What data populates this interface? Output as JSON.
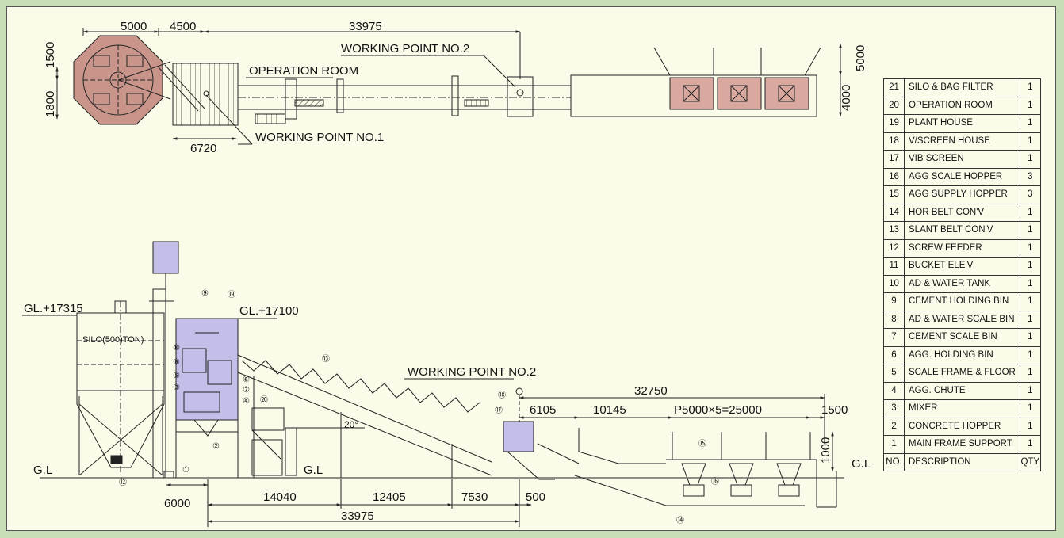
{
  "plan_view": {
    "dimensions": {
      "d1": "5000",
      "d2": "4500",
      "d3": "33975",
      "d4": "1500",
      "d5": "1800",
      "d6": "6720",
      "d7": "5000",
      "d8": "4000"
    },
    "labels": {
      "operation_room": "OPERATION ROOM",
      "working_point_1": "WORKING POINT NO.1",
      "working_point_2": "WORKING POINT NO.2"
    }
  },
  "elevation_view": {
    "labels": {
      "gl_left": "G.L",
      "gl_mid": "G.L",
      "gl_right": "G.L",
      "gl_17315": "GL.+17315",
      "gl_17100": "GL.+17100",
      "silo": "SILO(500)TON)",
      "working_point_2": "WORKING POINT NO.2",
      "angle": "20°"
    },
    "dimensions": {
      "d6000": "6000",
      "d14040": "14040",
      "d12405": "12405",
      "d7530": "7530",
      "d500": "500",
      "d33975": "33975",
      "d32750": "32750",
      "d6105": "6105",
      "d10145": "10145",
      "d_pitch": "P5000×5=25000",
      "d1500": "1500",
      "d1000": "1000"
    },
    "callouts": [
      "①",
      "②",
      "③",
      "④",
      "⑤",
      "⑥",
      "⑦",
      "⑧",
      "⑨",
      "⑩",
      "⑫",
      "⑬",
      "⑭",
      "⑮",
      "⑯",
      "⑰",
      "⑱",
      "⑲",
      "⑳"
    ]
  },
  "parts_table": {
    "headers": {
      "no": "NO.",
      "description": "DESCRIPTION",
      "qty": "QTY"
    },
    "rows": [
      {
        "no": "21",
        "description": "SILO & BAG FILTER",
        "qty": "1"
      },
      {
        "no": "20",
        "description": "OPERATION ROOM",
        "qty": "1"
      },
      {
        "no": "19",
        "description": "PLANT HOUSE",
        "qty": "1"
      },
      {
        "no": "18",
        "description": "V/SCREEN HOUSE",
        "qty": "1"
      },
      {
        "no": "17",
        "description": "VIB SCREEN",
        "qty": "1"
      },
      {
        "no": "16",
        "description": "AGG SCALE HOPPER",
        "qty": "3"
      },
      {
        "no": "15",
        "description": "AGG SUPPLY HOPPER",
        "qty": "3"
      },
      {
        "no": "14",
        "description": "HOR BELT CON'V",
        "qty": "1"
      },
      {
        "no": "13",
        "description": "SLANT BELT CON'V",
        "qty": "1"
      },
      {
        "no": "12",
        "description": "SCREW FEEDER",
        "qty": "1"
      },
      {
        "no": "11",
        "description": "BUCKET ELE'V",
        "qty": "1"
      },
      {
        "no": "10",
        "description": "AD & WATER TANK",
        "qty": "1"
      },
      {
        "no": "9",
        "description": "CEMENT HOLDING BIN",
        "qty": "1"
      },
      {
        "no": "8",
        "description": "AD & WATER SCALE BIN",
        "qty": "1"
      },
      {
        "no": "7",
        "description": "CEMENT SCALE BIN",
        "qty": "1"
      },
      {
        "no": "6",
        "description": "AGG. HOLDING BIN",
        "qty": "1"
      },
      {
        "no": "5",
        "description": "SCALE FRAME & FLOOR",
        "qty": "1"
      },
      {
        "no": "4",
        "description": "AGG. CHUTE",
        "qty": "1"
      },
      {
        "no": "3",
        "description": "MIXER",
        "qty": "1"
      },
      {
        "no": "2",
        "description": "CONCRETE HOPPER",
        "qty": "1"
      },
      {
        "no": "1",
        "description": "MAIN FRAME SUPPORT",
        "qty": "1"
      }
    ]
  },
  "colors": {
    "background": "#c6ddb5",
    "panel": "#fbfbe9",
    "silo_fill": "#c9958a",
    "house_fill": "#c3bfe8",
    "hopper_fill": "#d9a9a0",
    "line": "#222222"
  }
}
